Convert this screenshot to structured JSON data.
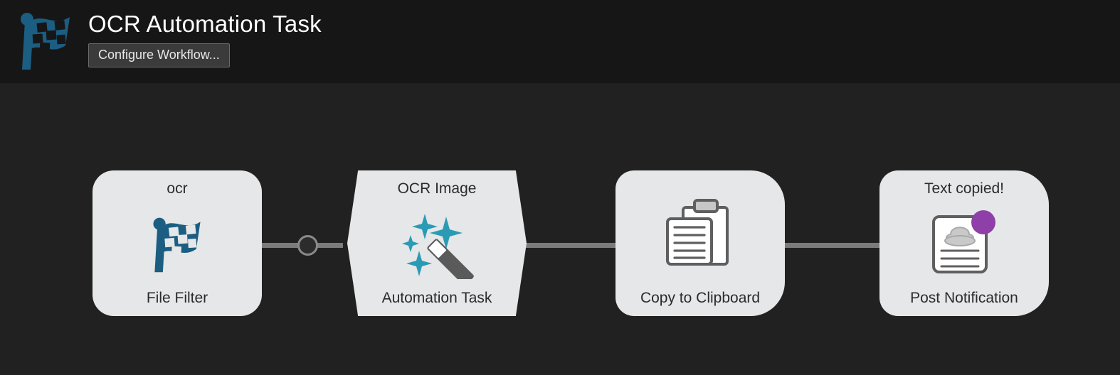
{
  "window": {
    "background_color": "#212121",
    "header_background_color": "#161616"
  },
  "header": {
    "icon": "checkered-flag-icon",
    "title": "OCR Automation Task",
    "configure_button_label": "Configure Workflow..."
  },
  "colors": {
    "flag_blue": "#1b5e82",
    "sparkle_teal": "#2b9bb5",
    "wand_gray": "#5a5a5a",
    "badge_purple": "#8e3fa8",
    "node_fill": "#e6e7e8",
    "connector_gray": "#7b7b7b",
    "text_dark": "#2b2b2b"
  },
  "workflow": {
    "nodes": [
      {
        "id": "file-filter",
        "title": "ocr",
        "label": "File Filter",
        "icon": "checkered-flag-icon",
        "shape": "rounded-rect"
      },
      {
        "id": "automation-task",
        "title": "OCR Image",
        "label": "Automation Task",
        "icon": "magic-wand-sparkles-icon",
        "shape": "hexagon"
      },
      {
        "id": "copy-to-clipboard",
        "title": "",
        "label": "Copy to Clipboard",
        "icon": "clipboard-icon",
        "shape": "pill-right"
      },
      {
        "id": "post-notification",
        "title": "Text copied!",
        "label": "Post Notification",
        "icon": "notification-card-icon",
        "shape": "pill-right"
      }
    ],
    "connectors": [
      {
        "id": "conn-1",
        "from": "file-filter",
        "to": "automation-task",
        "has_dot": true
      },
      {
        "id": "conn-2",
        "from": "automation-task",
        "to": "copy-to-clipboard",
        "has_dot": false
      },
      {
        "id": "conn-3",
        "from": "copy-to-clipboard",
        "to": "post-notification",
        "has_dot": false
      }
    ]
  }
}
